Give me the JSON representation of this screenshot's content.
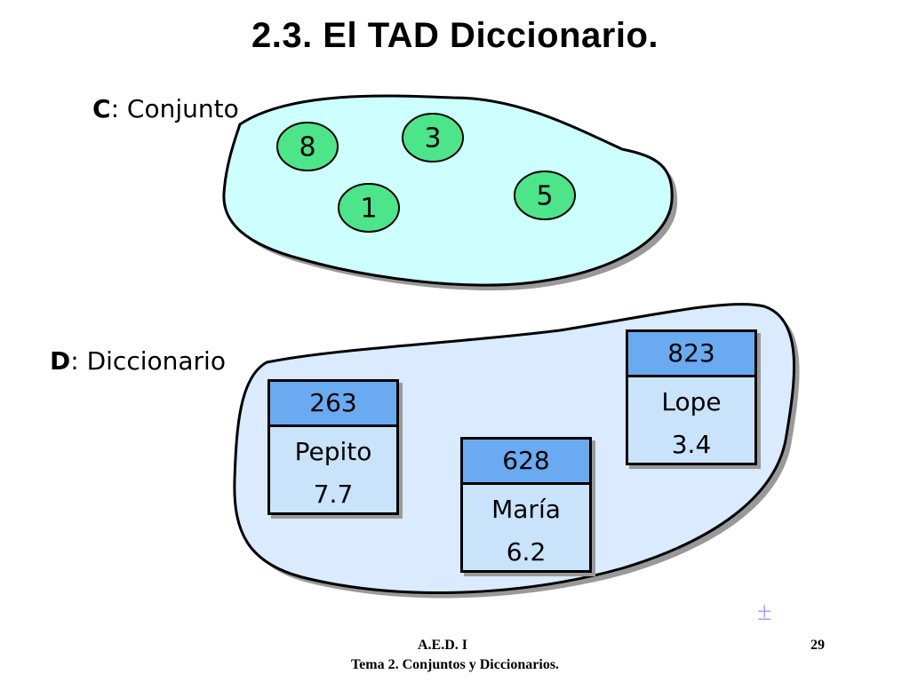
{
  "slide": {
    "title": "2.3. El TAD Diccionario."
  },
  "set_c": {
    "letter": "C",
    "name": ": Conjunto",
    "elements": [
      "8",
      "3",
      "1",
      "5"
    ],
    "fill_color": "#ccfffe",
    "element_color": "#4ce58a"
  },
  "set_d": {
    "letter": "D",
    "name": ": Diccionario",
    "fill_color": "#daeaff",
    "key_color": "#6aaaf0",
    "entries": [
      {
        "key": "263",
        "name": "Pepito",
        "value": "7.7"
      },
      {
        "key": "628",
        "name": "María",
        "value": "6.2"
      },
      {
        "key": "823",
        "name": "Lope",
        "value": "3.4"
      }
    ]
  },
  "nav": {
    "plus_symbol": "±"
  },
  "footer": {
    "course": "A.E.D. I",
    "topic": "Tema 2. Conjuntos y Diccionarios.",
    "page": "29"
  }
}
